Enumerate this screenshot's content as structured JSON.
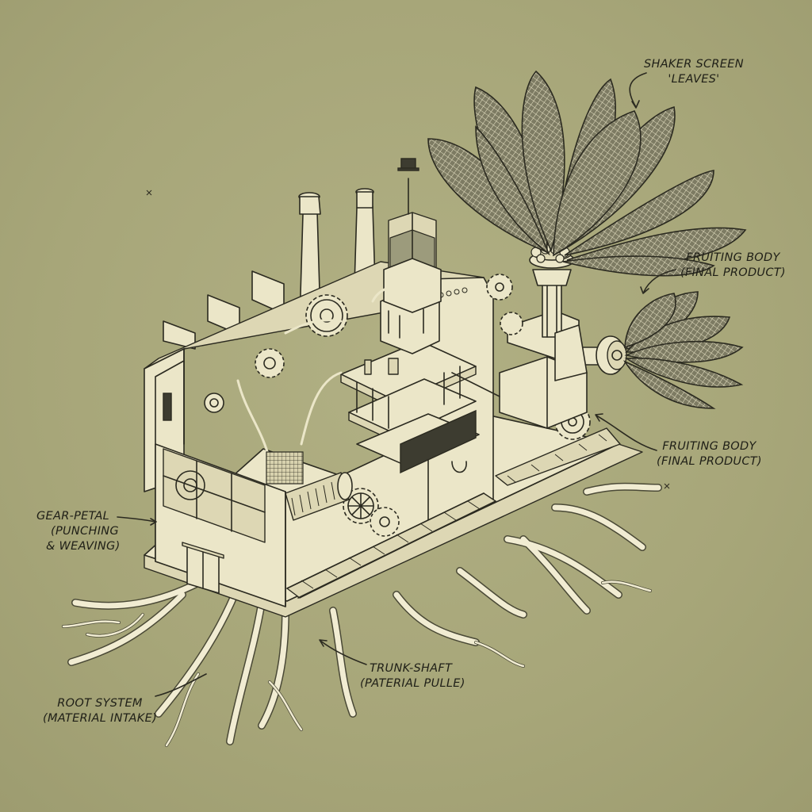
{
  "labels": {
    "shaker_screen": {
      "line1": "SHAKER SCREEN",
      "line2": "'LEAVES'"
    },
    "fruiting_body_top": {
      "line1": "FRUITING BODY",
      "line2": "(FINAL PRODUCT)"
    },
    "fruiting_body_bottom": {
      "line1": "FRUITING BODY",
      "line2": "(FINAL PRODUCT)"
    },
    "gear_petal": {
      "line1": "GEAR-PETAL",
      "line2": "(PUNCHING",
      "line3": "& WEAVING)"
    },
    "trunk_shaft": {
      "line1": "TRUNK-SHAFT",
      "line2": "(PATERIAL PULLE)"
    },
    "root_system": {
      "line1": "ROOT SYSTEM",
      "line2": "(MATERIAL INTAKE)"
    }
  },
  "colors": {
    "background": "#a9a87c",
    "paper": "#ebe6c8",
    "ink": "#2b2a20",
    "roots": "#f1ecd2"
  }
}
